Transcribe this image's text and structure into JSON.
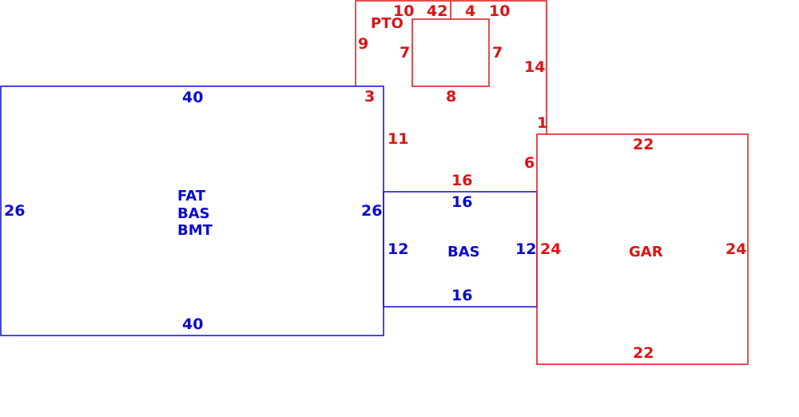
{
  "colors": {
    "main": "#0a0ad2",
    "attached": "#dc1414",
    "background": "#ffffff"
  },
  "areas": {
    "main": {
      "line1": "FAT",
      "line2": "BAS",
      "line3": "BMT"
    },
    "bas": {
      "name": "BAS"
    },
    "gar": {
      "name": "GAR"
    },
    "pto": {
      "name": "PTO"
    }
  },
  "dims": {
    "main_top": "40",
    "main_bottom": "40",
    "main_left": "26",
    "main_right": "26",
    "bas_top": "16",
    "bas_bottom": "16",
    "bas_left": "12",
    "bas_right": "12",
    "gar_top": "22",
    "gar_bottom": "22",
    "gar_left": "24",
    "gar_right": "24",
    "pto_left": "9",
    "pto_top_left": "10",
    "pto_top_mid": "42",
    "pto_top_mid2": "4",
    "pto_top_right": "10",
    "pto_right": "14",
    "pto_jog": "1",
    "pto_lower_right": "6",
    "pto_bottom": "16",
    "pto_inner_left": "11",
    "pto_notch": "3",
    "cutout_left": "7",
    "cutout_right": "7",
    "cutout_bottom": "8"
  }
}
